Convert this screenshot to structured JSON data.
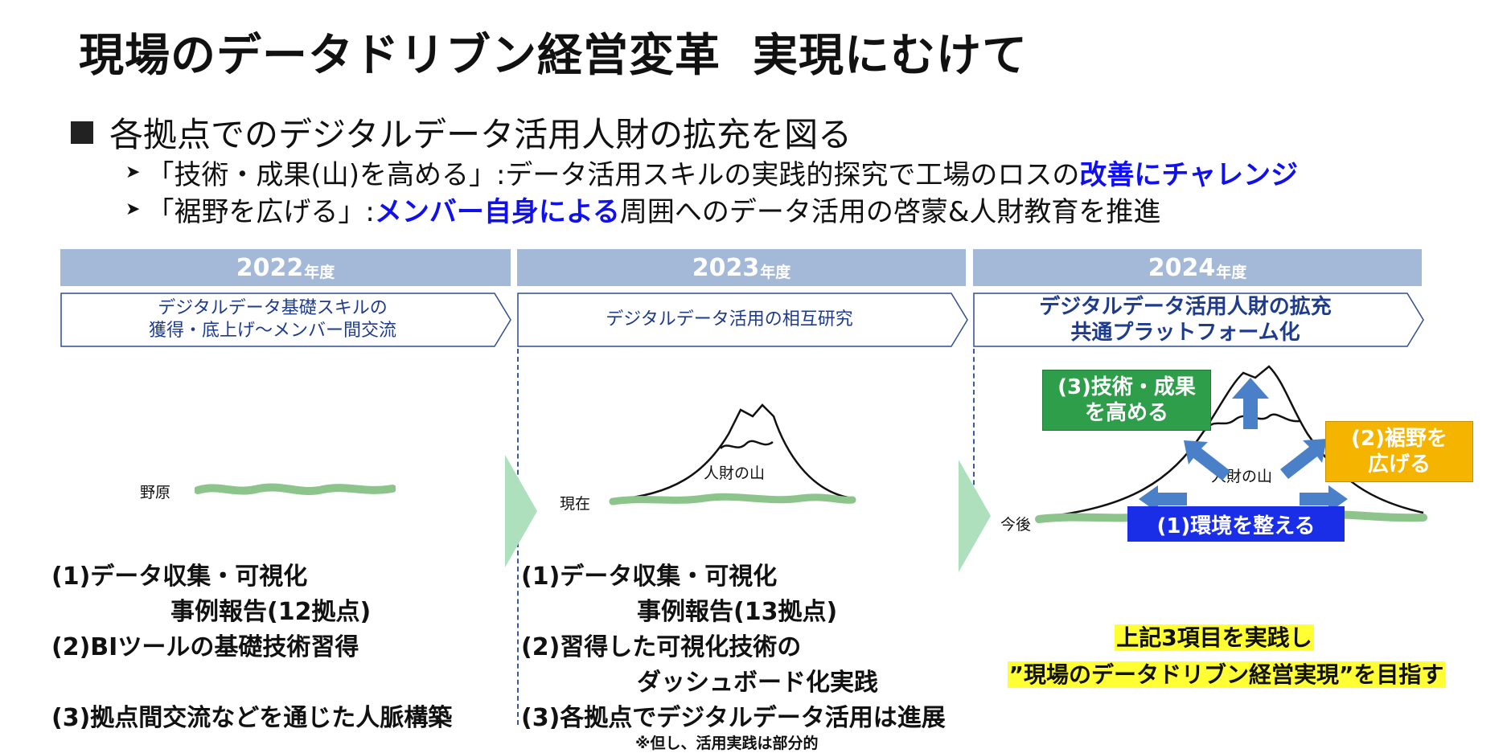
{
  "title": {
    "part1": "現場のデータドリブン経営変革",
    "part2": "実現にむけて"
  },
  "bullet": "各拠点でのデジタルデータ活用人財の拡充を図る",
  "subs": [
    {
      "plain": "「技術・成果(山)を高める」:データ活用スキルの実践的探究で工場のロスの",
      "emph": "改善にチャレンジ",
      "rest": ""
    },
    {
      "plain": "「裾野を広げる」:",
      "emph": "メンバー自身による",
      "rest": "周囲へのデータ活用の啓蒙&人財教育を推進"
    }
  ],
  "columns": [
    {
      "year": "2022",
      "year_suffix": "年度",
      "theme": [
        "デジタルデータ基礎スキルの",
        "獲得・底上げ〜メンバー間交流"
      ],
      "ground_label": "野原",
      "items": [
        "(1)データ収集・可視化",
        "事例報告(12拠点)",
        "(2)BIツールの基礎技術習得",
        "(3)拠点間交流などを通じた人脈構築"
      ]
    },
    {
      "year": "2023",
      "year_suffix": "年度",
      "theme": [
        "デジタルデータ活用の相互研究"
      ],
      "ground_label": "現在",
      "mountain_label": "人財の山",
      "items": [
        "(1)データ収集・可視化",
        "事例報告(13拠点)",
        "(2)習得した可視化技術の",
        "ダッシュボード化実践",
        "(3)各拠点でデジタルデータ活用は進展"
      ],
      "note": "※但し、活用実践は部分的"
    },
    {
      "year": "2024",
      "year_suffix": "年度",
      "theme": [
        "デジタルデータ活用人財の拡充",
        "共通プラットフォーム化"
      ],
      "ground_label": "今後",
      "mountain_label": "人財の山",
      "badges": {
        "tech": [
          "(3)技術・成果",
          "を高める"
        ],
        "base": [
          "(2)裾野を",
          "広げる"
        ],
        "env": "(1)環境を整える"
      },
      "conclusion": [
        "上記3項目を実践し",
        "”現場のデータドリブン経営実現”を目指す"
      ]
    }
  ],
  "colors": {
    "year_bar": "#a4b8d8",
    "theme_text": "#1f3c8c",
    "emphasis": "#1010ee",
    "ground": "#8cc48c",
    "badge_green": "#2e9e4a",
    "badge_orange": "#f4b400",
    "badge_blue": "#1a2ee8",
    "highlight": "#ffff33",
    "arrow_blue": "#4a80c8",
    "transition_arrow": "#aee0be"
  }
}
